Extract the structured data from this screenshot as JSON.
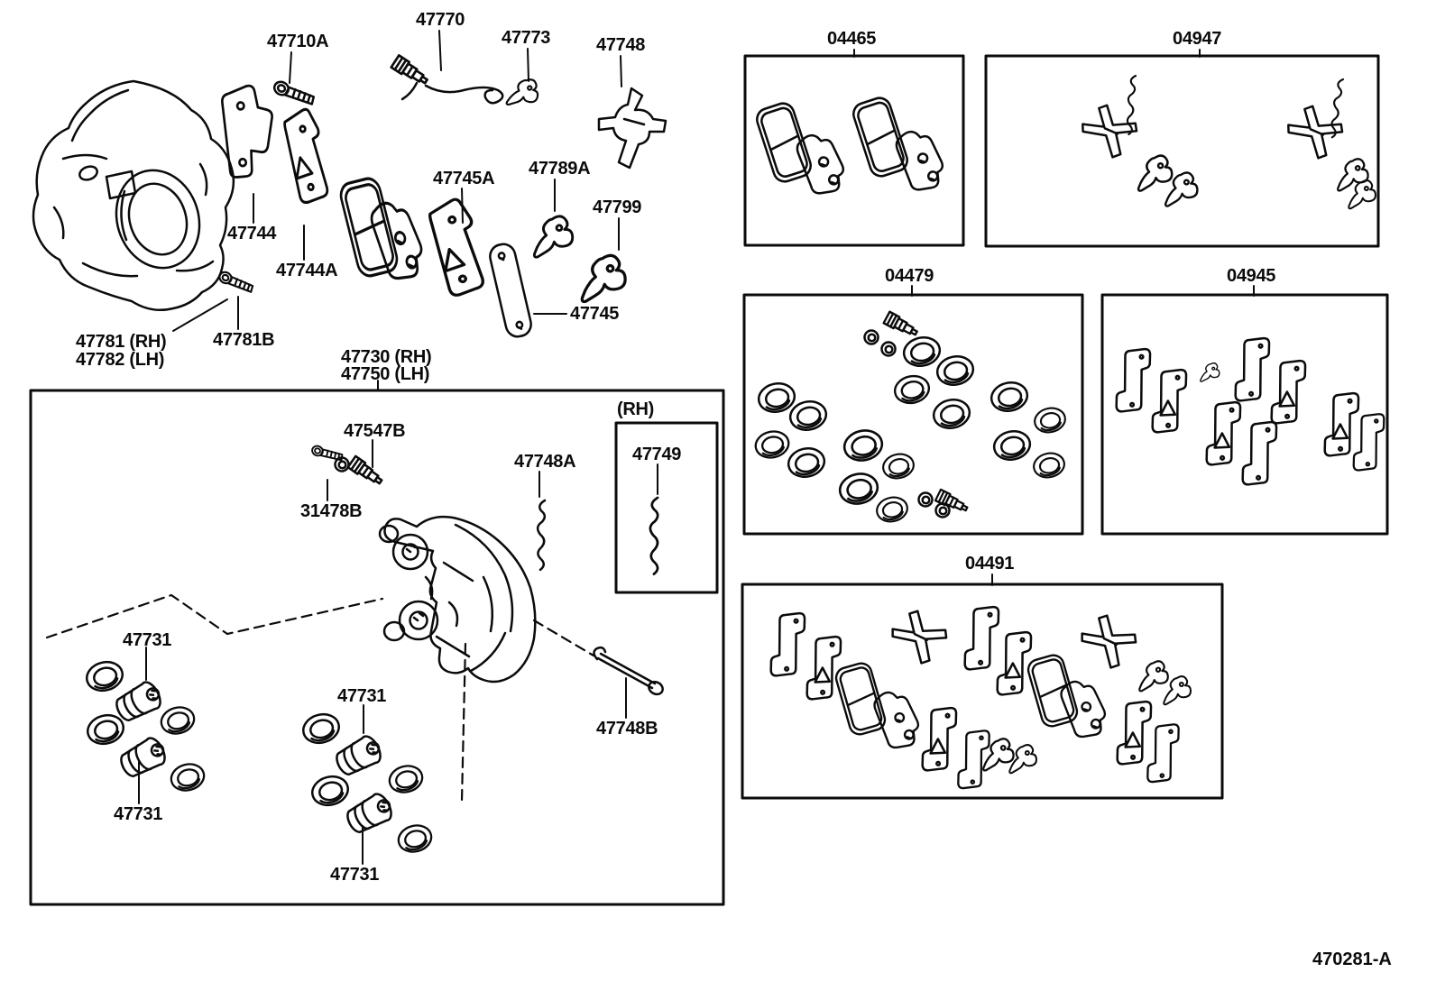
{
  "diagram": {
    "callouts": {
      "c47770": "47770",
      "c47710A": "47710A",
      "c47773": "47773",
      "c47748": "47748",
      "c47745A": "47745A",
      "c47789A": "47789A",
      "c47799": "47799",
      "c47744": "47744",
      "c47744A": "47744A",
      "c47745": "47745",
      "c47781_rh": "47781 (RH)",
      "c47782_lh": "47782 (LH)",
      "c47781B": "47781B",
      "c47730_rh": "47730 (RH)",
      "c47750_lh": "47750 (LH)",
      "c47547B": "47547B",
      "c31478B": "31478B",
      "c47748A": "47748A",
      "rh_note": "(RH)",
      "c47749": "47749",
      "c47731": "47731",
      "c47748B": "47748B"
    },
    "kits": {
      "k04465": "04465",
      "k04947": "04947",
      "k04479": "04479",
      "k04945": "04945",
      "k04491": "04491"
    },
    "footer_code": "470281-A",
    "colors": {
      "ink": "#0b0b0b",
      "background": "#ffffff"
    }
  }
}
